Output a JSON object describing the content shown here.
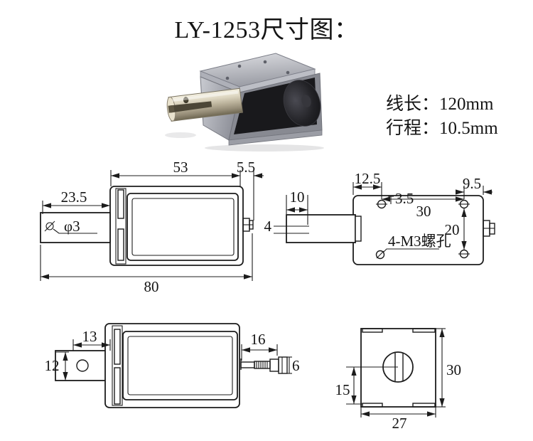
{
  "title": "LY-1253尺寸图：",
  "specs": {
    "wire_length": "线长：120mm",
    "stroke": "行程：10.5mm"
  },
  "drawings": {
    "side_view": {
      "body_width": "53",
      "tab_width": "5.5",
      "plunger_length": "23.5",
      "hole_dia": "φ3",
      "total_length": "80"
    },
    "top_view": {
      "hole_left_offset": "12.5",
      "hole_right_offset": "9.5",
      "slot_length": "10",
      "slot_width": "4",
      "hole_edge_offset": "3.5",
      "hole_span_h": "30",
      "hole_span_v": "20",
      "holes_label": "4-M3螺孔"
    },
    "bottom_view": {
      "plunger_ext": "13",
      "plunger_height": "12",
      "screw_length": "16",
      "screw_head": "6"
    },
    "front_view": {
      "height": "30",
      "center_offset": "15",
      "width": "27"
    }
  },
  "colors": {
    "line": "#1c1c1c",
    "background": "#ffffff",
    "frame_metal": "#9fa1a9",
    "coil_black": "#19191c",
    "plunger_brass": "#ddd6c1"
  }
}
